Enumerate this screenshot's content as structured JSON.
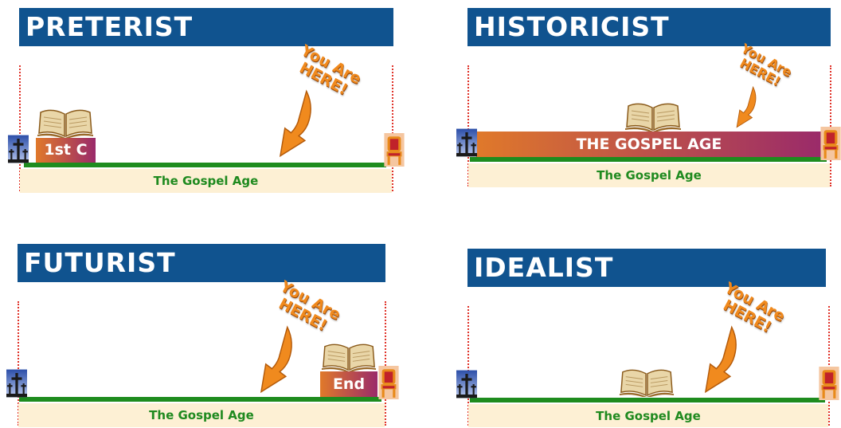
{
  "panels": {
    "preterist": {
      "title": "PRETERIST",
      "band_label": "The Gospel Age",
      "era_box": "1st C",
      "pointer": [
        "You Are",
        "HERE!"
      ]
    },
    "historicist": {
      "title": "HISTORICIST",
      "band_label": "The Gospel Age",
      "era_box": "THE GOSPEL AGE",
      "pointer": [
        "You Are",
        "HERE!"
      ]
    },
    "futurist": {
      "title": "FUTURIST",
      "band_label": "The Gospel Age",
      "era_box": "End",
      "pointer": [
        "You Are",
        "HERE!"
      ]
    },
    "idealist": {
      "title": "IDEALIST",
      "band_label": "The Gospel Age",
      "pointer": [
        "You Are",
        "HERE!"
      ]
    }
  },
  "icons": [
    "cross-icon",
    "throne-icon",
    "open-book-icon",
    "curved-arrow-icon"
  ],
  "colors": {
    "title_bg": "#10538f",
    "timeline": "#1e8c1e",
    "band": "#fdf0d4",
    "gradient_start": "#e0792a",
    "gradient_end": "#9a2a6a",
    "pointer": "#f08a1e"
  }
}
